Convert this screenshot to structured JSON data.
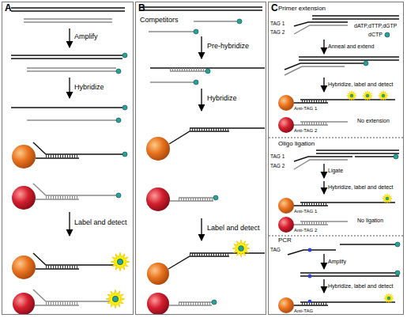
{
  "diagram": {
    "nodes": [
      {
        "text": [
          "A"
        ]
      },
      {
        "text": [
          "B"
        ]
      },
      {
        "text": [
          "C"
        ]
      }
    ],
    "labels": [
      "Amplify",
      "Hybridize",
      "Label and detect",
      "Competitors",
      "Pre-hybridize",
      "Hybridize",
      "Label and detect",
      "Primer extension",
      "TAG 1",
      "TAG 2",
      "dATP,dTTP,dGTP",
      "dCTP",
      "Anneal and extend",
      "Hybridize, label and detect",
      "Anti-TAG 1",
      "Anti-TAG 2",
      "No extension",
      "Oligo ligation",
      "TAG 1",
      "TAG 2",
      "Ligate",
      "Hybridize, label and detect",
      "Anti-TAG 1",
      "Anti-TAG 2",
      "No ligation",
      "PCR",
      "TAG",
      "Amplify",
      "Hybridize, label and detect",
      "Anti-TAG"
    ]
  }
}
